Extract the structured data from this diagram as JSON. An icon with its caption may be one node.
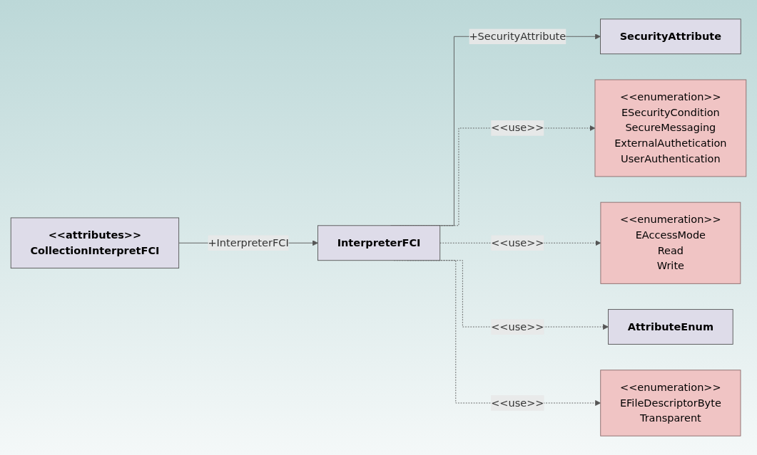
{
  "diagram": {
    "nodes": [
      {
        "text": [
          "<<attributes>>",
          "CollectionInterpretFCI"
        ]
      },
      {
        "text": [
          "SecurityAttribute"
        ]
      },
      {
        "text": [
          "InterpreterFCI"
        ]
      },
      {
        "text": [
          "AttributeEnum"
        ]
      },
      {
        "text": [
          "<<enumeration>>",
          "ESecurityCondition",
          "SecureMessaging",
          "ExternalAuthetication",
          "UserAuthentication"
        ]
      },
      {
        "text": [
          "<<enumeration>>",
          "EAccessMode",
          "Read",
          "Write"
        ]
      },
      {
        "text": [
          "<<enumeration>>",
          "EFileDescriptorByte",
          "Transparent"
        ]
      }
    ],
    "edges": [
      {
        "from": 0,
        "to": 2,
        "arrow": "to",
        "label": "+InterpreterFCI"
      },
      {
        "from": 2,
        "to": 1,
        "arrow": "to",
        "label": "+SecurityAttribute"
      },
      {
        "from": 2,
        "to": 4,
        "arrow": "to",
        "label": "<<use>>",
        "style": "dashed"
      },
      {
        "from": 2,
        "to": 5,
        "arrow": "to",
        "label": "<<use>>",
        "style": "dashed"
      },
      {
        "from": 2,
        "to": 3,
        "arrow": "to",
        "label": "<<use>>",
        "style": "dashed"
      },
      {
        "from": 2,
        "to": 6,
        "arrow": "to",
        "label": "<<use>>",
        "style": "dashed"
      }
    ]
  }
}
